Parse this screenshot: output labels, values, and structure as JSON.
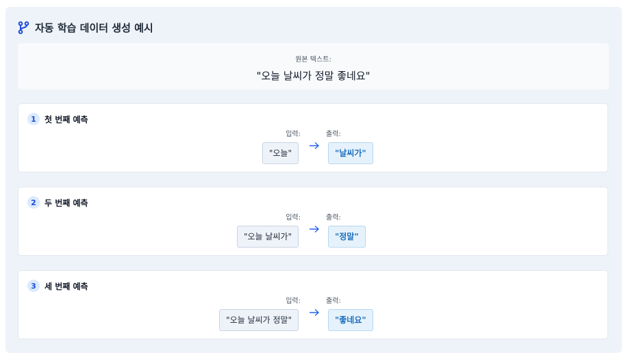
{
  "header": {
    "title": "자동 학습 데이터 생성 예시",
    "icon": "git-branch-icon"
  },
  "source": {
    "label": "원본 텍스트:",
    "text": "\"오늘 날씨가 정말 좋네요\""
  },
  "io_labels": {
    "input": "입력:",
    "output": "출력:"
  },
  "predictions": [
    {
      "number": "1",
      "title": "첫 번째 예측",
      "input": "\"오늘\"",
      "output": "\"날씨가\""
    },
    {
      "number": "2",
      "title": "두 번째 예측",
      "input": "\"오늘 날씨가\"",
      "output": "\"정말\""
    },
    {
      "number": "3",
      "title": "세 번째 예측",
      "input": "\"오늘 날씨가 정말\"",
      "output": "\"좋네요\""
    }
  ],
  "colors": {
    "accent": "#1d4ed8",
    "output_text": "#1d6fbf",
    "panel_bg": "#eef3f9"
  }
}
